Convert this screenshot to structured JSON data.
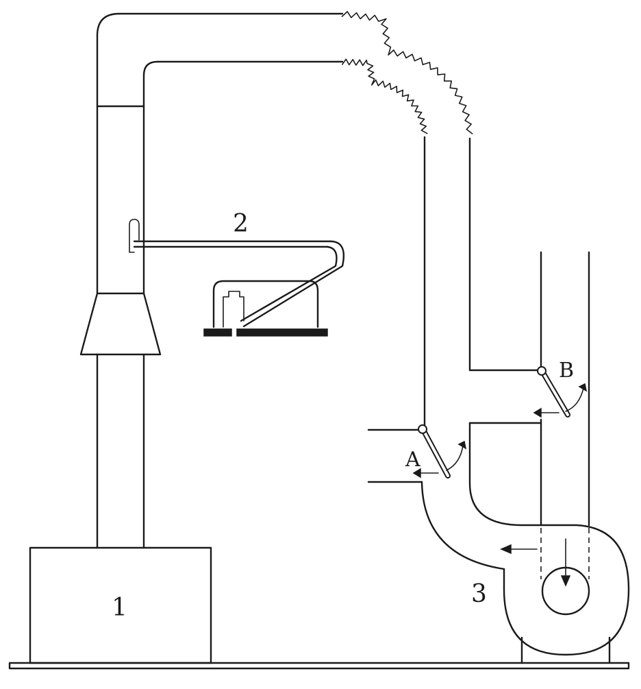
{
  "labels": {
    "unit1": "1",
    "unit2": "2",
    "unit3": "3",
    "valve_a": "A",
    "valve_b": "B"
  },
  "colors": {
    "line": "#1a1a1a",
    "background": "#ffffff"
  }
}
